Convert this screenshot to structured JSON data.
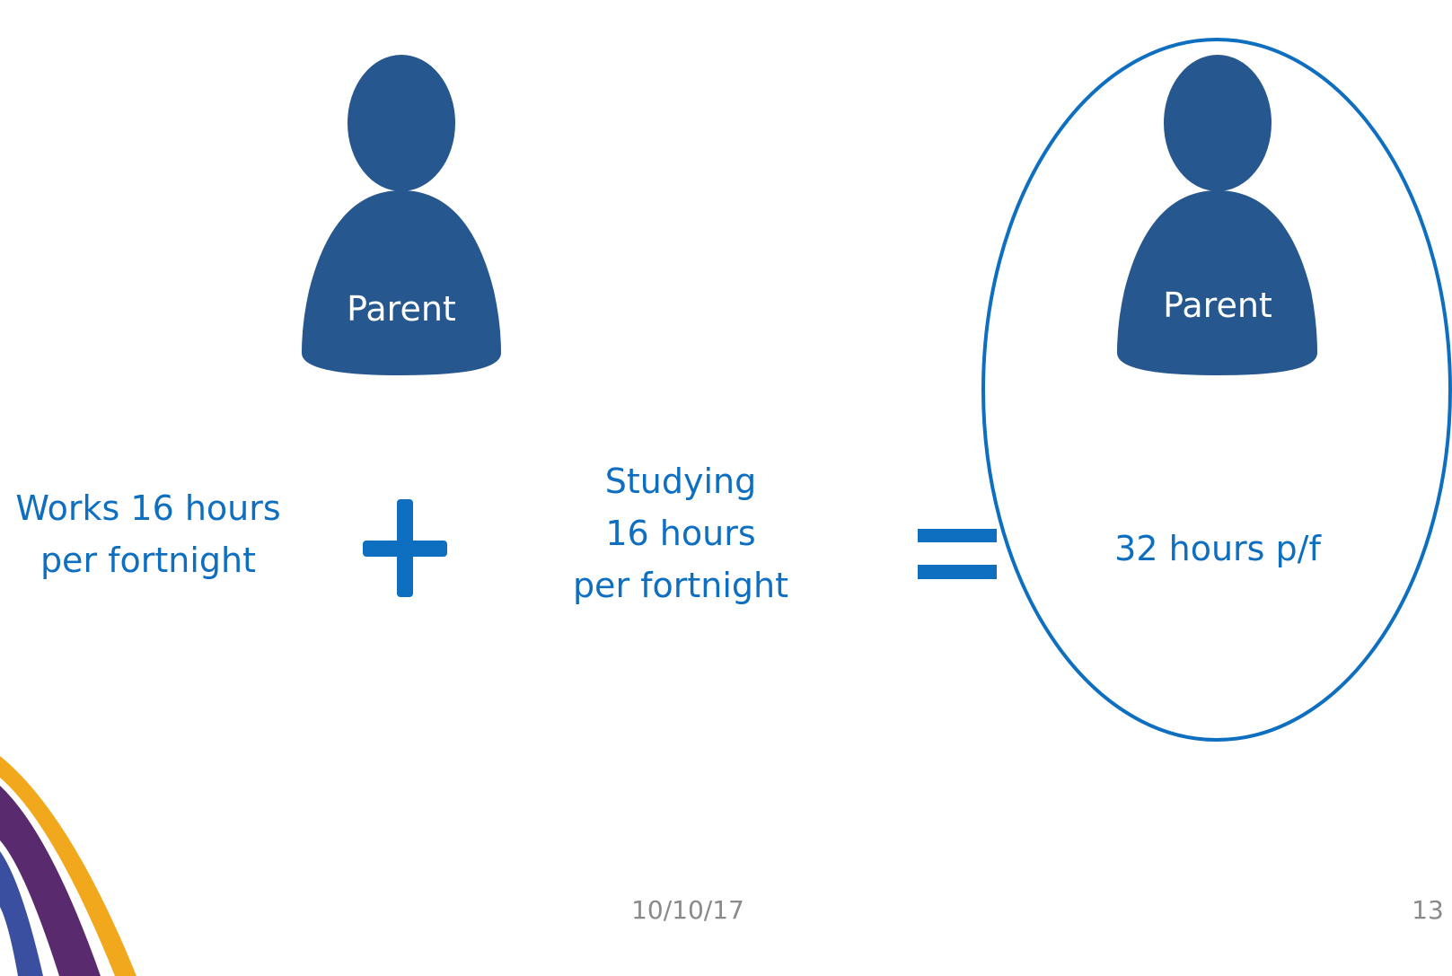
{
  "left_parent": {
    "label": "Parent",
    "caption_line1": "Works 16 hours",
    "caption_line2": "per fortnight"
  },
  "middle": {
    "line1": "Studying",
    "line2": "16 hours",
    "line3": "per fortnight"
  },
  "right_parent": {
    "label": "Parent",
    "result": "32 hours p/f"
  },
  "footer": {
    "date": "10/10/17",
    "page_number": "13"
  },
  "colors": {
    "person_fill": "#26578f",
    "text_blue": "#0e6fc1",
    "ellipse_stroke": "#0e6fc1",
    "footer_gray": "#8a8a8a",
    "logo_orange": "#f2a81d",
    "logo_purple": "#5a2a6e",
    "logo_blue": "#3b4fa0"
  },
  "icons": {
    "plus": "plus-icon",
    "equals": "equals-icon",
    "person": "person-icon"
  }
}
